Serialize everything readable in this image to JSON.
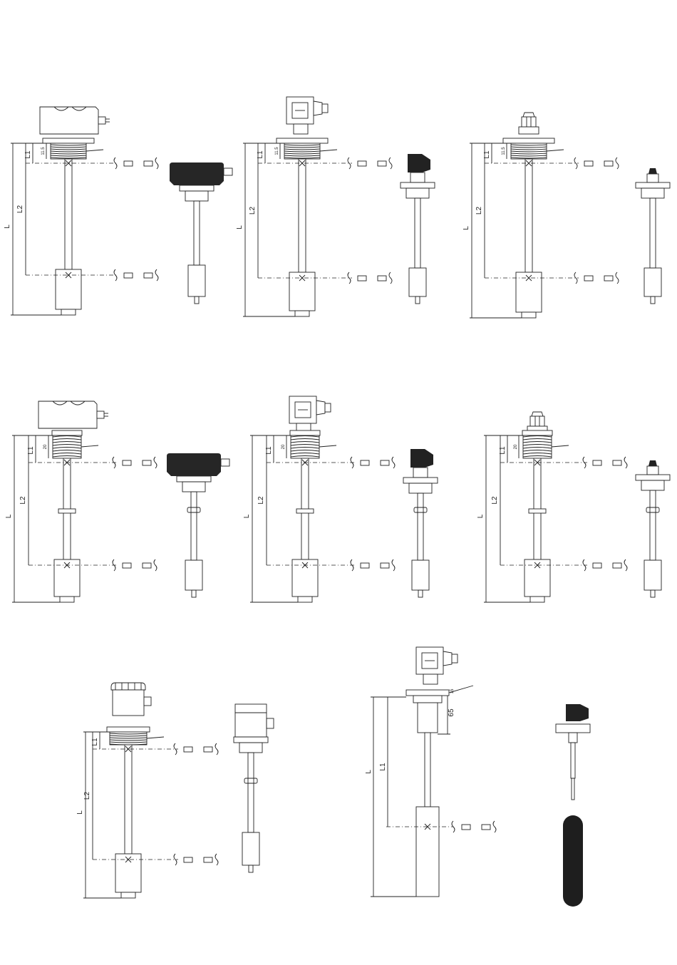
{
  "diagrams": [
    {
      "id": "top-1",
      "connector": "aluminium-housing",
      "labels": {
        "L": "L",
        "L1": "L1",
        "L2": "L2",
        "T": "11.5"
      }
    },
    {
      "id": "top-2",
      "connector": "din-plug",
      "labels": {
        "L": "L",
        "L1": "L1",
        "L2": "L2",
        "T": "11.5"
      }
    },
    {
      "id": "top-3",
      "connector": "cable-gland",
      "labels": {
        "L": "L",
        "L1": "L1",
        "L2": "L2",
        "T": "11.5"
      }
    },
    {
      "id": "mid-1",
      "connector": "aluminium-housing",
      "labels": {
        "L": "L",
        "L1": "L1",
        "L2": "L2",
        "T": "20"
      }
    },
    {
      "id": "mid-2",
      "connector": "din-plug",
      "labels": {
        "L": "L",
        "L1": "L1",
        "L2": "L2",
        "T": "20"
      }
    },
    {
      "id": "mid-3",
      "connector": "cable-gland",
      "labels": {
        "L": "L",
        "L1": "L1",
        "L2": "L2",
        "T": "20"
      }
    },
    {
      "id": "bot-1",
      "connector": "round-housing",
      "labels": {
        "L": "L",
        "L1": "L1",
        "L2": "L2"
      }
    },
    {
      "id": "bot-2",
      "connector": "din-plug",
      "labels": {
        "L": "L",
        "L1": "L1",
        "H": "65",
        "T": "15"
      }
    }
  ],
  "colors": {
    "line": "#222222",
    "body": "#1e1e1e",
    "stem": "#e8e4de",
    "accent": "#e8622a"
  }
}
